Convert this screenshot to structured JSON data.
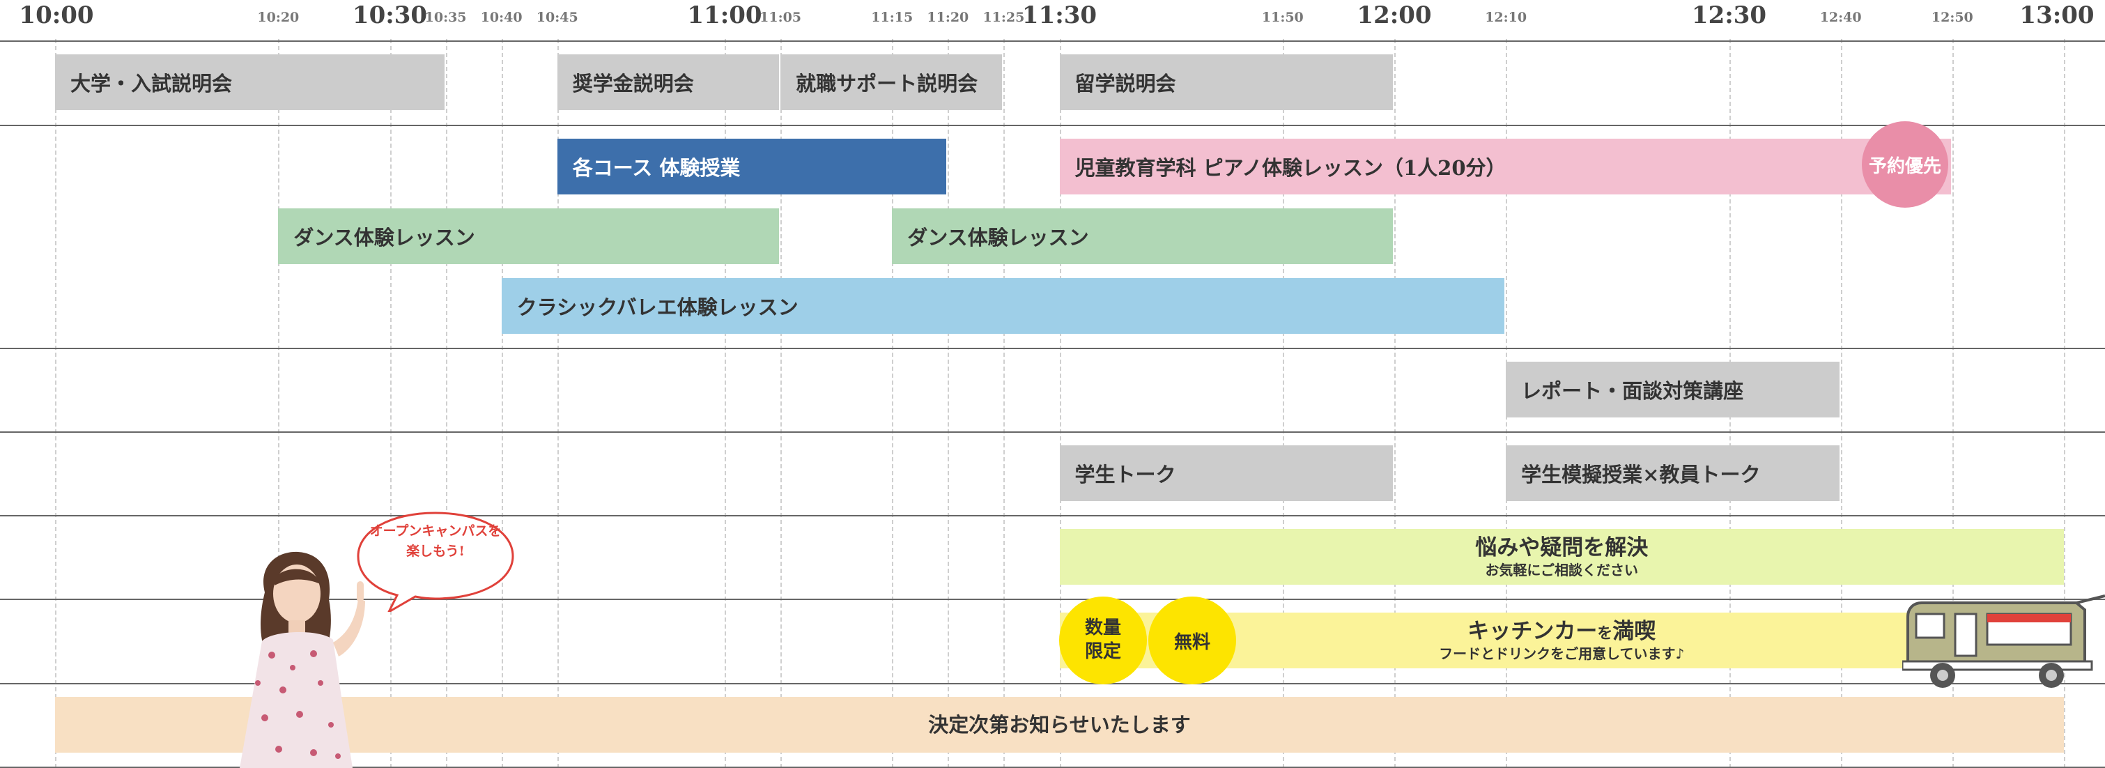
{
  "time_axis": {
    "ticks": [
      {
        "label": "10:00",
        "kind": "major",
        "min": 0
      },
      {
        "label": "10:20",
        "kind": "minor",
        "min": 20
      },
      {
        "label": "10:30",
        "kind": "major",
        "min": 30
      },
      {
        "label": "10:35",
        "kind": "minor",
        "min": 35
      },
      {
        "label": "10:40",
        "kind": "minor",
        "min": 40
      },
      {
        "label": "10:45",
        "kind": "minor",
        "min": 45
      },
      {
        "label": "11:00",
        "kind": "major",
        "min": 60
      },
      {
        "label": "11:05",
        "kind": "minor",
        "min": 65
      },
      {
        "label": "11:15",
        "kind": "minor",
        "min": 75
      },
      {
        "label": "11:20",
        "kind": "minor",
        "min": 80
      },
      {
        "label": "11:25",
        "kind": "minor",
        "min": 85
      },
      {
        "label": "11:30",
        "kind": "major",
        "min": 90
      },
      {
        "label": "11:50",
        "kind": "minor",
        "min": 110
      },
      {
        "label": "12:00",
        "kind": "major",
        "min": 120
      },
      {
        "label": "12:10",
        "kind": "minor",
        "min": 130
      },
      {
        "label": "12:30",
        "kind": "major",
        "min": 150
      },
      {
        "label": "12:40",
        "kind": "minor",
        "min": 160
      },
      {
        "label": "12:50",
        "kind": "minor",
        "min": 170
      },
      {
        "label": "13:00",
        "kind": "major",
        "min": 180
      }
    ]
  },
  "colors": {
    "gray": "#cccccc",
    "blue": "#3d6fab",
    "pink": "#f3bfd0",
    "green": "#b0d7b5",
    "lightblue": "#9ecfe8",
    "lime": "#e8f5ae",
    "yellow": "#fbf399",
    "peach": "#f8e0c3",
    "badge_pink": "#e98ea8",
    "badge_yellow": "#fde400",
    "bubble_red": "#e0413a"
  },
  "events": [
    {
      "name": "大学・入試説明会",
      "start": 0,
      "end": 35,
      "lane": 0,
      "color": "gray"
    },
    {
      "name": "奨学金説明会",
      "start": 45,
      "end": 65,
      "lane": 0,
      "color": "gray"
    },
    {
      "name": "就職サポート説明会",
      "start": 65,
      "end": 85,
      "lane": 0,
      "color": "gray"
    },
    {
      "name": "留学説明会",
      "start": 90,
      "end": 120,
      "lane": 0,
      "color": "gray"
    },
    {
      "name": "各コース 体験授業",
      "start": 45,
      "end": 80,
      "lane": 1,
      "color": "blue",
      "text_color": "#ffffff"
    },
    {
      "name": "児童教育学科 ピアノ体験レッスン（1人20分）",
      "start": 90,
      "end": 170,
      "lane": 1,
      "color": "pink"
    },
    {
      "name": "ダンス体験レッスン",
      "start": 20,
      "end": 65,
      "lane": 2,
      "color": "green"
    },
    {
      "name": "ダンス体験レッスン",
      "start": 75,
      "end": 120,
      "lane": 2,
      "color": "green"
    },
    {
      "name": "クラシックバレエ体験レッスン",
      "start": 40,
      "end": 130,
      "lane": 3,
      "color": "lightblue"
    },
    {
      "name": "レポート・面談対策講座",
      "start": 130,
      "end": 160,
      "lane": 4,
      "color": "gray"
    },
    {
      "name": "学生トーク",
      "start": 90,
      "end": 120,
      "lane": 5,
      "color": "gray"
    },
    {
      "name": "学生模擬授業×教員トーク",
      "start": 130,
      "end": 160,
      "lane": 5,
      "color": "gray"
    }
  ],
  "consult": {
    "title": "悩みや疑問を解決",
    "subtitle": "お気軽にご相談ください",
    "start": 90,
    "end": 180,
    "color": "lime"
  },
  "kitchen": {
    "title_main": "キッチンカー",
    "title_particle": "を",
    "title_end": "満喫",
    "subtitle": "フードとドリンクをご用意しています♪",
    "start": 90,
    "end": 180,
    "color": "yellow"
  },
  "tbd": {
    "name": "決定次第お知らせいたします",
    "start": 0,
    "end": 180,
    "color": "peach"
  },
  "badges": {
    "reserve": "予約優先",
    "limited": "数量\n限定",
    "free": "無料"
  },
  "bubble": {
    "text": "オープンキャンパスを\n楽しもう!"
  }
}
